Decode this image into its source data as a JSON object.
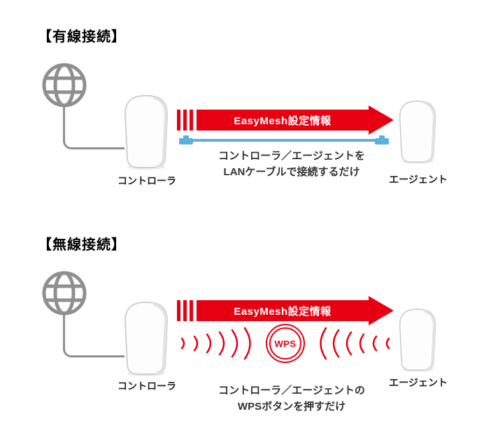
{
  "colors": {
    "red": "#e60012",
    "blue": "#58b2dc",
    "gray": "#8f8f8f"
  },
  "wired": {
    "title": "【有線接続】",
    "arrow_label": "EasyMesh設定情報",
    "controller_label": "コントローラ",
    "agent_label": "エージェント",
    "desc1": "コントローラ／エージェントを",
    "desc2": "LANケーブルで接続するだけ"
  },
  "wireless": {
    "title": "【無線接続】",
    "arrow_label": "EasyMesh設定情報",
    "controller_label": "コントローラ",
    "agent_label": "エージェント",
    "wps_label": "WPS",
    "desc1": "コントローラ／エージェントの",
    "desc2": "WPSボタンを押すだけ"
  }
}
